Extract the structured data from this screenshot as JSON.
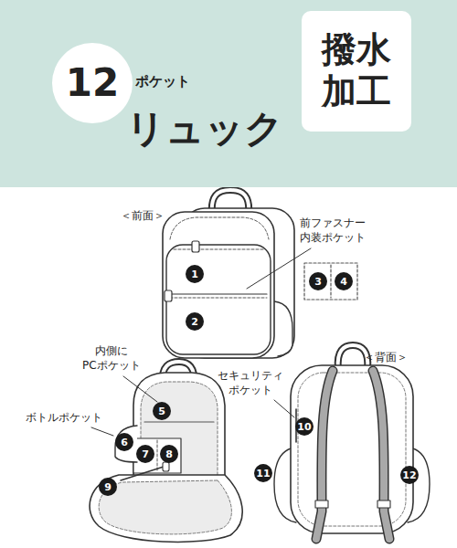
{
  "diagram": {
    "nodes": [
      {
        "text": [
          "ポケット",
          "リュック"
        ]
      },
      {
        "text": [
          "12"
        ],
        "in": 0
      },
      {
        "text": [
          "撥水 加工"
        ],
        "in": 0
      }
    ],
    "labels": [
      "＜前面＞",
      "前ファスナー 内装ポケット",
      "1",
      "2",
      "3",
      "4",
      "内側に PCポケット",
      "ボトルポケット",
      "5",
      "6",
      "7",
      "8",
      "9",
      "セキュリティ ポケット",
      "10",
      "11",
      "12",
      "＜背面＞"
    ]
  }
}
